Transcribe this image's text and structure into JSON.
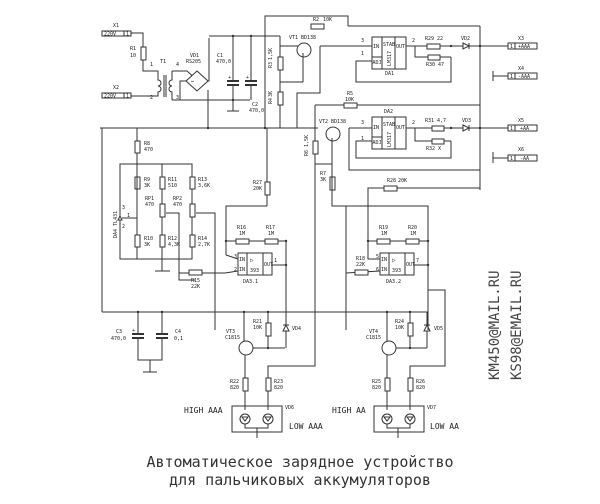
{
  "title": {
    "line1": "Автоматическое зарядное устройство",
    "line2": "для пальчиковых аккумуляторов"
  },
  "emails": [
    "KM450@MAIL.RU",
    "KS98@EMAIL.RU"
  ],
  "connectors": {
    "x1": {
      "ref": "X1",
      "pin": "1",
      "label": "220V"
    },
    "x2": {
      "ref": "X2",
      "pin": "1",
      "label": "220V"
    },
    "x3": {
      "ref": "X3",
      "pin": "1",
      "label": "+AAA"
    },
    "x4": {
      "ref": "X4",
      "pin": "1",
      "label": "-AAA"
    },
    "x5": {
      "ref": "X5",
      "pin": "1",
      "label": "+AA"
    },
    "x6": {
      "ref": "X6",
      "pin": "1",
      "label": "-AA"
    }
  },
  "components": {
    "r1": {
      "ref": "R1",
      "value": "10"
    },
    "t1": {
      "ref": "T1",
      "pins": [
        "1",
        "2",
        "3",
        "4"
      ]
    },
    "vd1": {
      "ref": "VD1",
      "value": "RS205"
    },
    "c1": {
      "ref": "C1",
      "value": "470,0"
    },
    "c2": {
      "ref": "C2",
      "value": "470,0"
    },
    "r2": {
      "ref": "R2",
      "value": "10K"
    },
    "r3": {
      "ref": "R3",
      "value": "1,5K"
    },
    "r4": {
      "ref": "R4",
      "value": "3K"
    },
    "vt1": {
      "ref": "VT1",
      "value": "BD138"
    },
    "da1": {
      "ref": "DA1",
      "part": "LM317",
      "pins": {
        "in": "IN",
        "adj": "ADJ",
        "out": "OUT",
        "stab": "STAB"
      },
      "pin_numbers": [
        "3",
        "1",
        "2"
      ]
    },
    "r29": {
      "ref": "R29",
      "value": "22"
    },
    "r30": {
      "ref": "R30",
      "value": "47"
    },
    "vd2": {
      "ref": "VD2"
    },
    "r5": {
      "ref": "R5",
      "value": "10K"
    },
    "r6": {
      "ref": "R6",
      "value": "1,5K"
    },
    "r7": {
      "ref": "R7",
      "value": "3K"
    },
    "vt2": {
      "ref": "VT2",
      "value": "BD138"
    },
    "da2": {
      "ref": "DA2",
      "part": "LM317",
      "pin_numbers": [
        "3",
        "1",
        "2"
      ]
    },
    "r31": {
      "ref": "R31",
      "value": "4,7"
    },
    "r32": {
      "ref": "R32",
      "value": "X"
    },
    "vd3": {
      "ref": "VD3"
    },
    "r8": {
      "ref": "R8",
      "value": "470"
    },
    "r9": {
      "ref": "R9",
      "value": "3K"
    },
    "r10": {
      "ref": "R10",
      "value": "3K"
    },
    "r11": {
      "ref": "R11",
      "value": "510"
    },
    "r12": {
      "ref": "R12",
      "value": "4,3K"
    },
    "r13": {
      "ref": "R13",
      "value": "3,6K"
    },
    "r14": {
      "ref": "R14",
      "value": "2,7K"
    },
    "rp1": {
      "ref": "RP1",
      "value": "470"
    },
    "rp2": {
      "ref": "RP2",
      "value": "470"
    },
    "da4": {
      "ref": "DA4",
      "part": "TL431",
      "pins": [
        "3",
        "1",
        "2"
      ]
    },
    "r27": {
      "ref": "R27",
      "value": "20K"
    },
    "r28": {
      "ref": "R28",
      "value": "20K"
    },
    "r16": {
      "ref": "R16",
      "value": "1M"
    },
    "r17": {
      "ref": "R17",
      "value": "1M"
    },
    "r19": {
      "ref": "R19",
      "value": "1M"
    },
    "r20": {
      "ref": "R20",
      "value": "1M"
    },
    "r15": {
      "ref": "R15",
      "value": "22K"
    },
    "r18": {
      "ref": "R18",
      "value": "22K"
    },
    "da3_1": {
      "ref": "DA3.1",
      "part": "393",
      "pin_numbers": [
        "3",
        "2",
        "1"
      ]
    },
    "da3_2": {
      "ref": "DA3.2",
      "part": "393",
      "pin_numbers": [
        "5",
        "6",
        "7"
      ]
    },
    "c3": {
      "ref": "C3",
      "value": "470,0"
    },
    "c4": {
      "ref": "C4",
      "value": "0,1"
    },
    "vt3": {
      "ref": "VT3",
      "value": "C1815"
    },
    "vt4": {
      "ref": "VT4",
      "value": "C1815"
    },
    "r21": {
      "ref": "R21",
      "value": "10K"
    },
    "r24": {
      "ref": "R24",
      "value": "10K"
    },
    "vd4": {
      "ref": "VD4"
    },
    "vd5": {
      "ref": "VD5"
    },
    "r22": {
      "ref": "R22",
      "value": "820"
    },
    "r23": {
      "ref": "R23",
      "value": "820"
    },
    "r25": {
      "ref": "R25",
      "value": "820"
    },
    "r26": {
      "ref": "R26",
      "value": "820"
    },
    "vd6": {
      "ref": "VD6"
    },
    "vd7": {
      "ref": "VD7"
    }
  },
  "indicators": {
    "high_aaa": "HIGH AAA",
    "low_aaa": "LOW AAA",
    "high_aa": "HIGH AA",
    "low_aa": "LOW AA"
  },
  "op_labels": {
    "in_plus": "IN",
    "in_minus": "IN",
    "out": "OUT",
    "comparator": "▷"
  }
}
